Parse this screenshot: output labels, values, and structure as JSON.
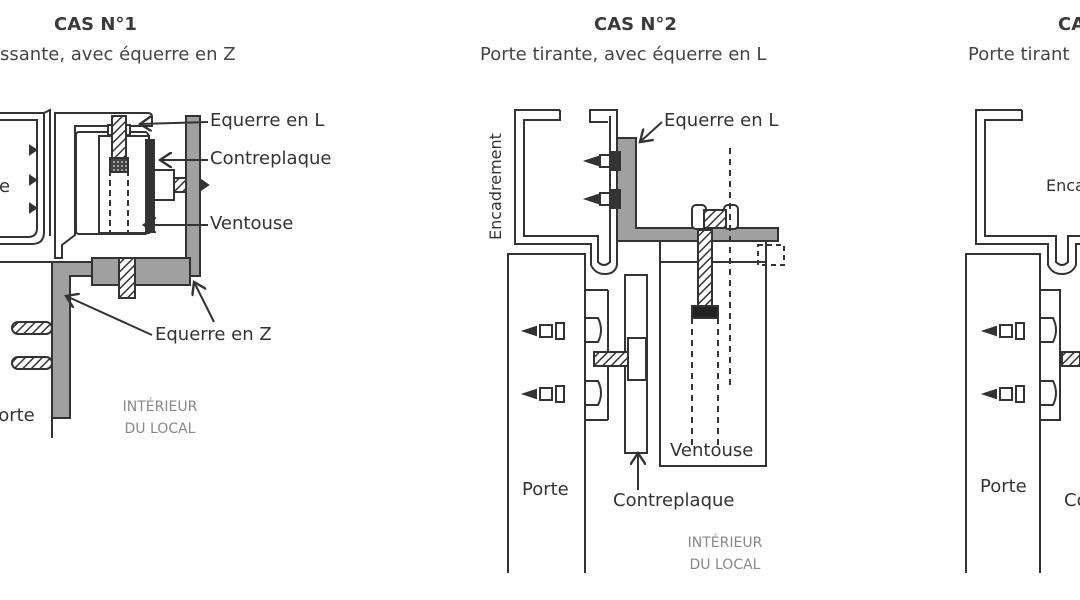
{
  "case1": {
    "title": "CAS N°1",
    "subtitle": "ssante, avec équerre en Z",
    "labels": {
      "equerre_l": "Equerre en L",
      "contreplaque": "Contreplaque",
      "ventouse": "Ventouse",
      "equerre_z": "Equerre en Z",
      "porte": "Porte",
      "cadre_partial": "le",
      "interieur_line1": "INTÉRIEUR",
      "interieur_line2": "DU LOCAL"
    }
  },
  "case2": {
    "title": "CAS N°2",
    "subtitle": "Porte tirante, avec équerre en L",
    "labels": {
      "encadrement": "Encadrement",
      "equerre_l": "Equerre en L",
      "ventouse": "Ventouse",
      "contreplaque": "Contreplaque",
      "porte": "Porte",
      "interieur_line1": "INTÉRIEUR",
      "interieur_line2": "DU LOCAL"
    }
  },
  "case3": {
    "title": "CA",
    "subtitle": "Porte tirant",
    "labels": {
      "encadrement_partial": "Enca",
      "porte": "Porte",
      "contreplaque_partial": "Co"
    }
  },
  "colors": {
    "line": "#333333",
    "metal": "#a0a0a0",
    "light_text": "#888888"
  }
}
